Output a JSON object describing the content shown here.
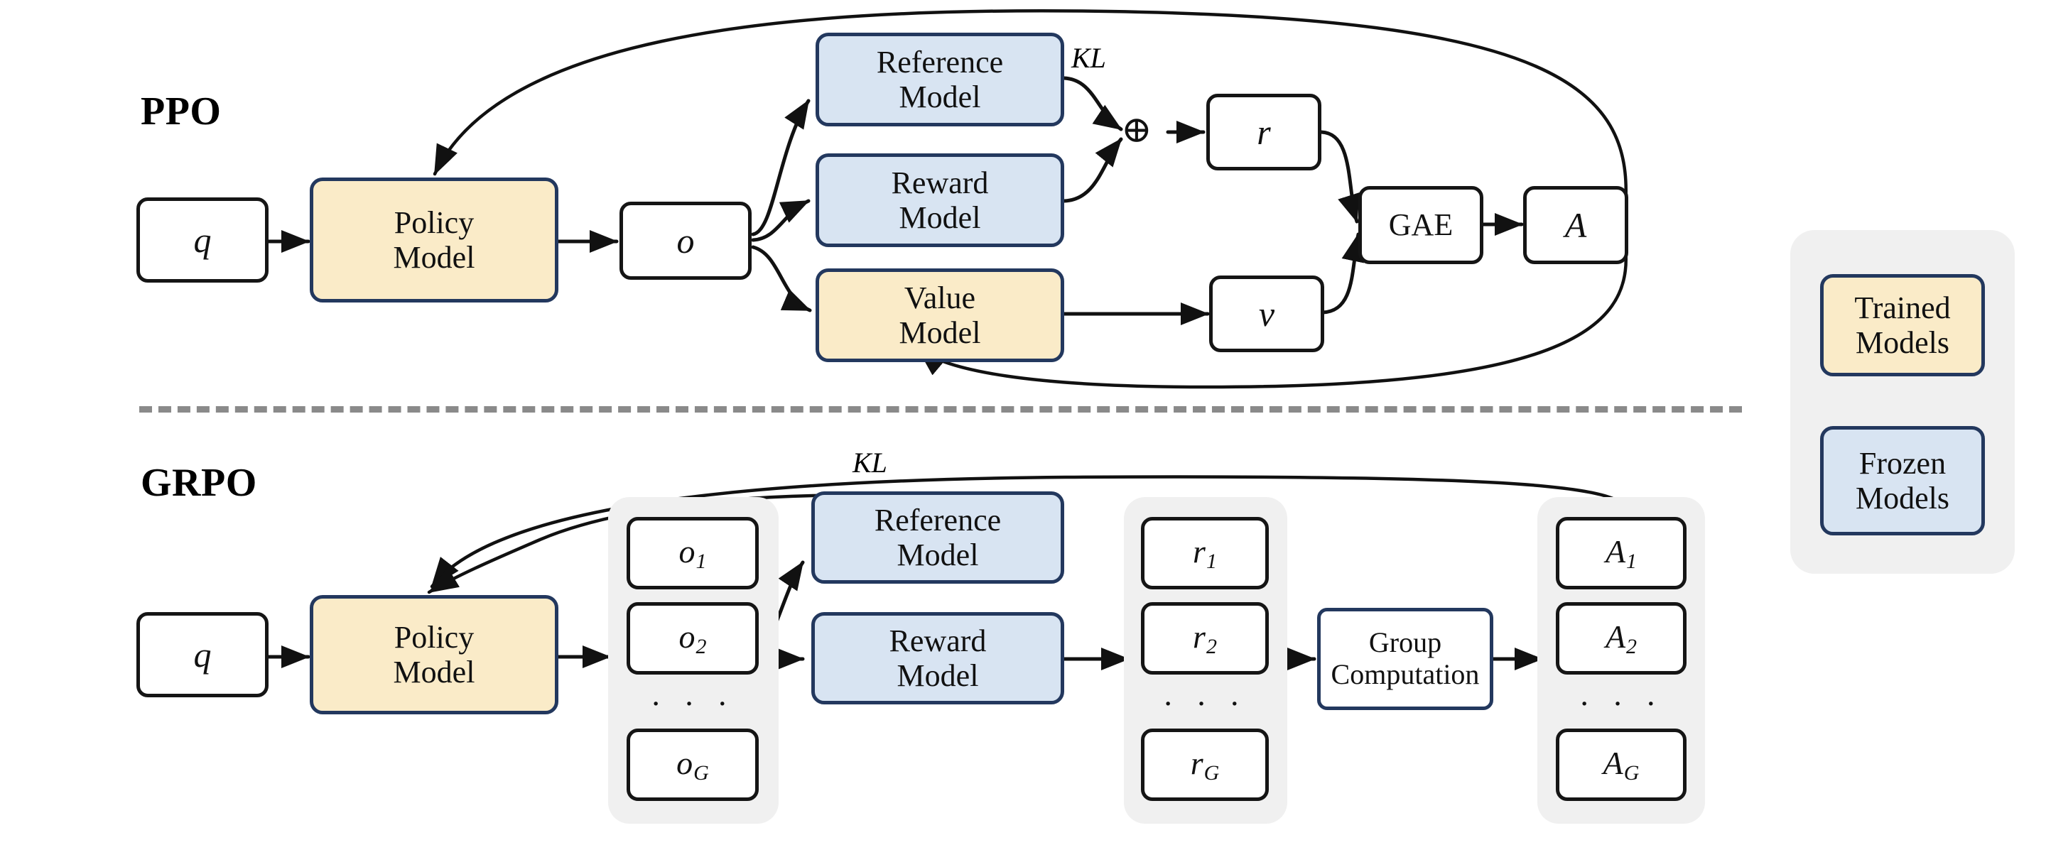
{
  "diagram": {
    "title_ppo": "PPO",
    "title_grpo": "GRPO",
    "labels": {
      "kl": "KL",
      "oplus": "⊕",
      "ellipsis": "· · ·"
    },
    "colors": {
      "trained_fill": "#faebc8",
      "frozen_fill": "#d8e4f2",
      "model_border": "#23385e",
      "plain_border": "#151515",
      "group_bg": "#f0f0f0",
      "divider": "#8a8a8a",
      "edge": "#111111",
      "page_bg": "#ffffff"
    }
  },
  "ppo": {
    "query": "q",
    "policy_model": "Policy\nModel",
    "policy_model_line1": "Policy",
    "policy_model_line2": "Model",
    "output": "o",
    "reference_model_line1": "Reference",
    "reference_model_line2": "Model",
    "reward_model_line1": "Reward",
    "reward_model_line2": "Model",
    "value_model_line1": "Value",
    "value_model_line2": "Model",
    "kl": "KL",
    "plus": "⊕",
    "reward": "r",
    "value": "v",
    "gae": "GAE",
    "advantage": "A"
  },
  "grpo": {
    "query": "q",
    "policy_model_line1": "Policy",
    "policy_model_line2": "Model",
    "kl": "KL",
    "reference_model_line1": "Reference",
    "reference_model_line2": "Model",
    "reward_model_line1": "Reward",
    "reward_model_line2": "Model",
    "group_computation_line1": "Group",
    "group_computation_line2": "Computation",
    "outputs": [
      {
        "base": "o",
        "sub": "1"
      },
      {
        "base": "o",
        "sub": "2"
      },
      {
        "base": "o",
        "sub": "G"
      }
    ],
    "rewards": [
      {
        "base": "r",
        "sub": "1"
      },
      {
        "base": "r",
        "sub": "2"
      },
      {
        "base": "r",
        "sub": "G"
      }
    ],
    "advantages": [
      {
        "base": "A",
        "sub": "1"
      },
      {
        "base": "A",
        "sub": "2"
      },
      {
        "base": "A",
        "sub": "G"
      }
    ],
    "ellipsis": "· · ·"
  },
  "legend": {
    "trained_line1": "Trained",
    "trained_line2": "Models",
    "frozen_line1": "Frozen",
    "frozen_line2": "Models"
  }
}
